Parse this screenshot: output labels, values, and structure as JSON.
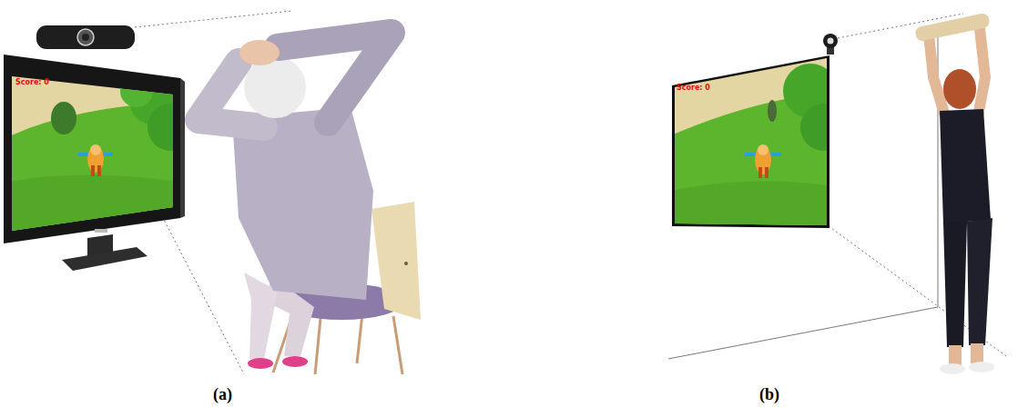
{
  "diagram": {
    "labels": [
      "Score: 0",
      "Score: 0",
      "(a)",
      "(b)"
    ]
  }
}
